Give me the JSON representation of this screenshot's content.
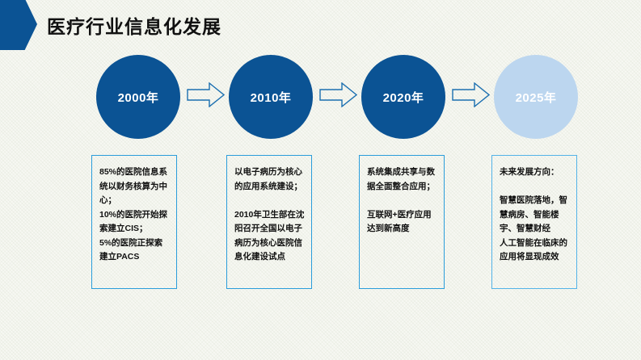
{
  "slide": {
    "title": "医疗行业信息化发展",
    "background_color": "#f7f8f3",
    "accent_color": "#0b5394",
    "light_accent_color": "#bcd6ef",
    "box_border_color": "#2a9ddb"
  },
  "timeline": {
    "milestones": [
      {
        "label": "2000年",
        "style": "dark",
        "detail": "85%的医院信息系统以财务核算为中心；\n10%的医院开始探索建立CIS；\n5%的医院正探索建立PACS"
      },
      {
        "label": "2010年",
        "style": "dark",
        "detail": "以电子病历为核心的应用系统建设；\n\n2010年卫生部在沈阳召开全国以电子病历为核心医院信息化建设试点"
      },
      {
        "label": "2020年",
        "style": "dark",
        "detail": "系统集成共享与数据全面整合应用；\n\n互联网+医疗应用达到新高度"
      },
      {
        "label": "2025年",
        "style": "light",
        "detail": "未来发展方向：\n\n智慧医院落地，智慧病房、智能楼宇、智慧财经\n人工智能在临床的应用将显现成效"
      }
    ],
    "connectors": [
      {
        "icon": "arrow-right-icon"
      },
      {
        "icon": "arrow-right-icon"
      },
      {
        "icon": "arrow-right-icon"
      }
    ]
  }
}
